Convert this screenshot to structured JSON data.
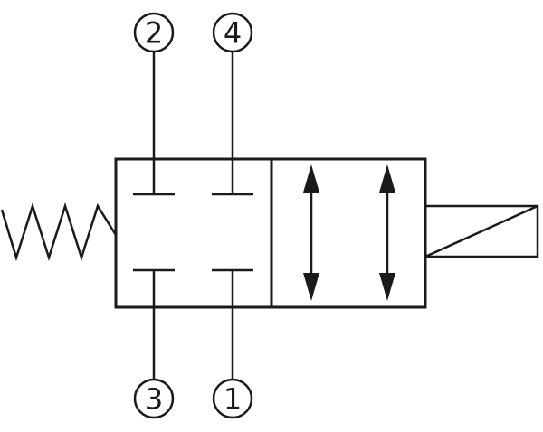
{
  "diagram": {
    "description": "valve schematic symbol",
    "line_color": "#1a1a1a",
    "background_color": "#ffffff",
    "ports": {
      "top_left": "2",
      "top_right": "4",
      "bottom_left": "3",
      "bottom_right": "1"
    },
    "symbols": {
      "left_actuator": "spring-return",
      "right_actuator": "solenoid-coil",
      "left_position": "blocked-ports",
      "right_position": "bidirectional-flow-arrows"
    }
  }
}
